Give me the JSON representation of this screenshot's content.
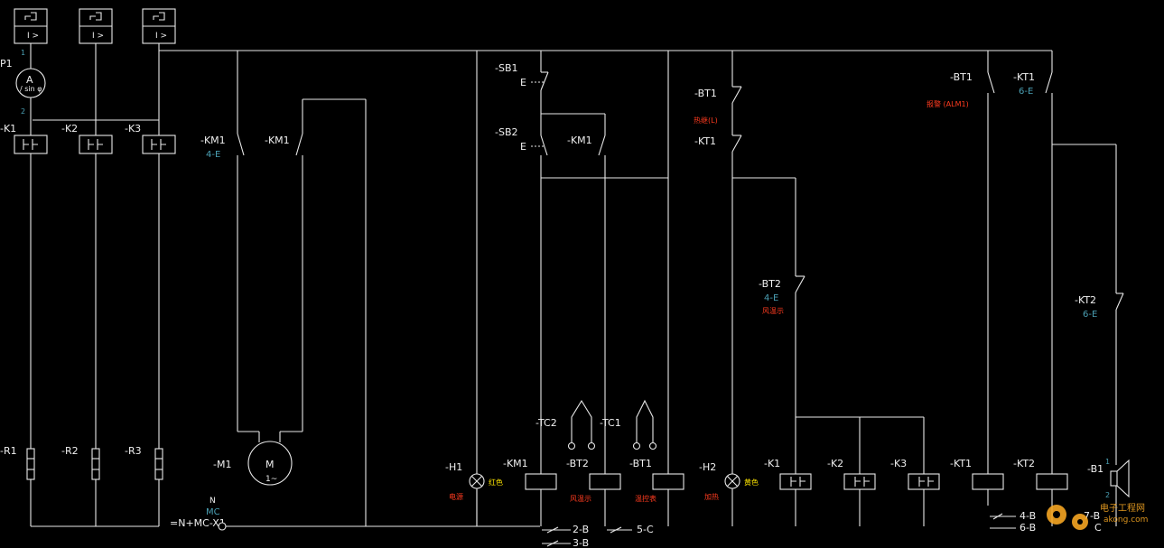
{
  "labels": {
    "P1": "P1",
    "ammeter_A": "A",
    "ammeter_sin": "/ sin φ",
    "wire_1": "1",
    "wire_2": "2",
    "K1": "-K1",
    "K2": "-K2",
    "K3": "-K3",
    "R1": "-R1",
    "R2": "-R2",
    "R3": "-R3",
    "KM1_a": "-KM1",
    "KM1_a_ref": "4-E",
    "KM1_b": "-KM1",
    "M1": "-M1",
    "motor_M": "M",
    "motor_phase": "1~",
    "N": "N",
    "MC": "MC",
    "terminal": "=N+MC-X1",
    "SB1": "-SB1",
    "SB1_E": "E",
    "SB2": "-SB2",
    "SB2_E": "E",
    "KM1_c": "-KM1",
    "BT1_top": "-BT1",
    "BT1_top_red": "热继(L)",
    "KT1_top": "-KT1",
    "BT2": "-BT2",
    "BT2_ref": "4-E",
    "BT2_red": "风温示",
    "BT1_right": "-BT1",
    "BT1_right_red": "报警 (ALM1)",
    "KT1_right": "-KT1",
    "KT1_right_ref": "6-E",
    "KT2_right": "-KT2",
    "KT2_right_ref": "6-E",
    "TC2": "-TC2",
    "TC1": "-TC1",
    "H1": "-H1",
    "H1_color": "红色",
    "H1_red": "电源",
    "KM1_coil": "-KM1",
    "BT2_coil": "-BT2",
    "BT2_coil_red": "风温示",
    "BT1_coil": "-BT1",
    "BT1_coil_red": "温控表",
    "H2": "-H2",
    "H2_color": "黄色",
    "H2_red": "加热",
    "K1_coil": "-K1",
    "K2_coil": "-K2",
    "K3_coil": "-K3",
    "KT1_coil": "-KT1",
    "KT2_coil": "-KT2",
    "B1": "-B1",
    "B1_1": "1",
    "B1_2": "2",
    "ref_2B": "2-B",
    "ref_3B": "3-B",
    "ref_5C": "5-C",
    "ref_4B": "4-B",
    "ref_6B": "6-B",
    "ref_7B": "7-B",
    "ref_C": "C",
    "watermark_cn": "电子工程网",
    "watermark_url": "akong.com"
  },
  "colors": {
    "background": "#000000",
    "wire": "#e8e8e8",
    "reference": "#4a9fb3",
    "annotation_red": "#ff3b1f",
    "annotation_yellow": "#ffe600",
    "watermark": "#f5a623"
  }
}
